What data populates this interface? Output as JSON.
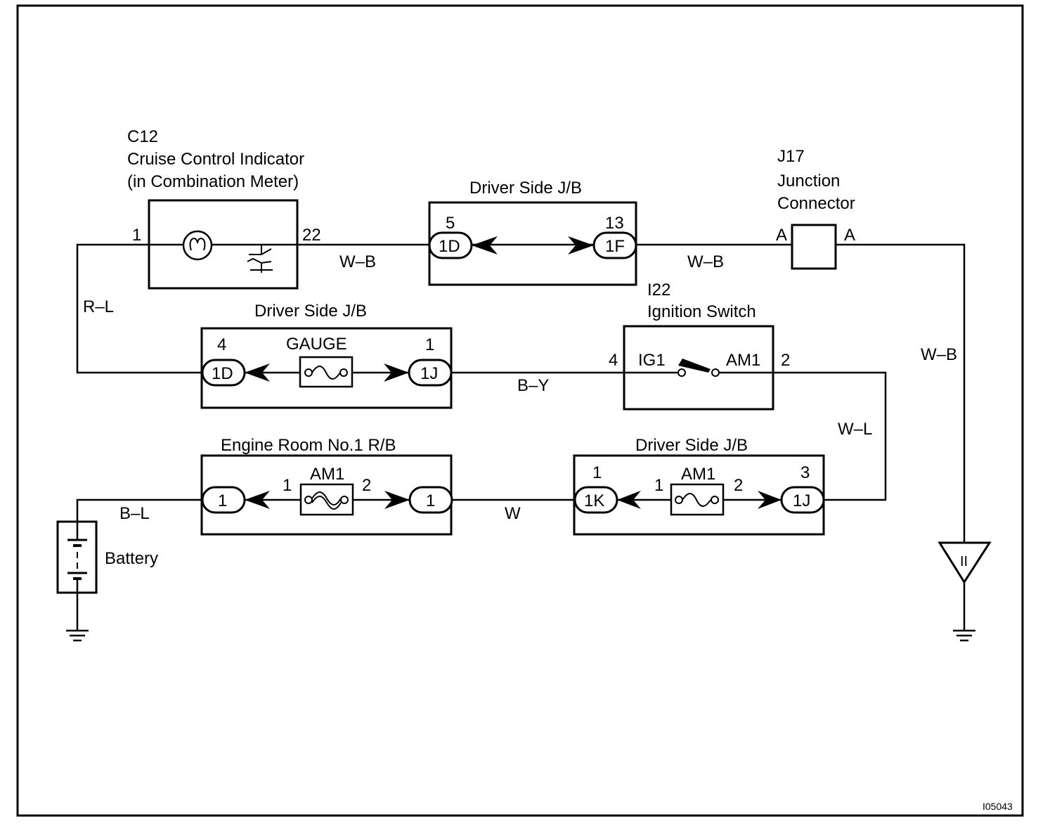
{
  "figure_id": "I05043",
  "components": {
    "cruise_indicator": {
      "code": "C12",
      "name": "Cruise Control Indicator",
      "location": "(in Combination Meter)",
      "pin_left": "1",
      "pin_right": "22"
    },
    "jb_top": {
      "title": "Driver Side J/B",
      "pin_left": "5",
      "conn_left": "1D",
      "pin_right": "13",
      "conn_right": "1F"
    },
    "junction_connector": {
      "code": "J17",
      "name_line1": "Junction",
      "name_line2": "Connector",
      "pin_left": "A",
      "pin_right": "A"
    },
    "jb_gauge": {
      "title": "Driver Side J/B",
      "fuse_label": "GAUGE",
      "pin_left": "4",
      "conn_left": "1D",
      "pin_right": "1",
      "conn_right": "1J"
    },
    "ignition_switch": {
      "code": "I22",
      "name": "Ignition Switch",
      "pin_left": "4",
      "term_left": "IG1",
      "term_right": "AM1",
      "pin_right": "2"
    },
    "rb_engine": {
      "title": "Engine Room No.1 R/B",
      "fuse_label": "AM1",
      "conn_left": "1",
      "fuse_pin_left": "1",
      "fuse_pin_right": "2",
      "conn_right": "1"
    },
    "jb_am1": {
      "title": "Driver Side J/B",
      "fuse_label": "AM1",
      "pin_left": "1",
      "conn_left": "1K",
      "fuse_pin_left": "1",
      "fuse_pin_right": "2",
      "pin_right": "3",
      "conn_right": "1J"
    },
    "battery": {
      "label": "Battery"
    },
    "ground_point": {
      "label": "II"
    }
  },
  "wires": {
    "indicator_to_jb": "W–B",
    "jb_to_junction": "W–B",
    "junction_to_ground": "W–B",
    "indicator_to_gauge": "R–L",
    "gauge_to_ignition": "B–Y",
    "ignition_to_jb": "W–L",
    "battery_to_rb": "B–L",
    "rb_to_jb": "W"
  }
}
